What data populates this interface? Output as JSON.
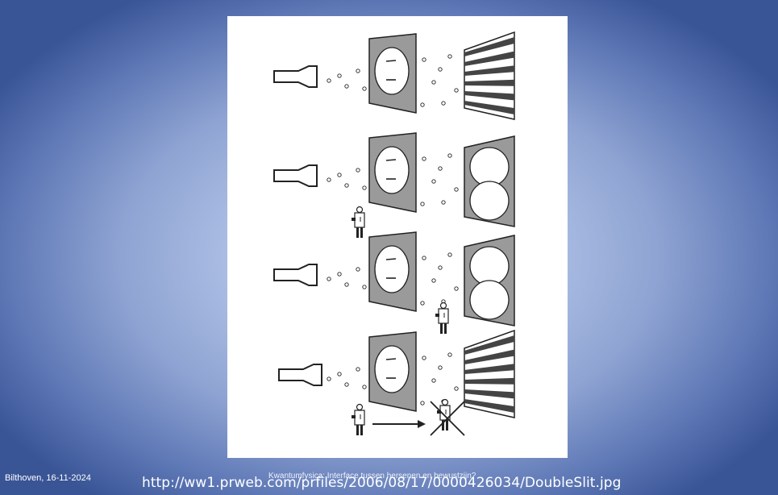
{
  "slide": {
    "footer_left": "Bilthoven, 16-11-2024",
    "footer_center": "Kwantumfysica: Interface tussen hersenen en bewustzijn?",
    "source_url": "http://ww1.prweb.com/prfiles/2006/08/17/0000426034/DoubleSlit.jpg"
  },
  "figure": {
    "rows": [
      {
        "screen_pattern": "interference-fringes",
        "observer": "none"
      },
      {
        "screen_pattern": "two-blobs",
        "observer": "at-slits"
      },
      {
        "screen_pattern": "two-blobs",
        "observer": "at-screen"
      },
      {
        "screen_pattern": "interference-fringes",
        "observer": "removed-crossed-out"
      }
    ]
  },
  "colors": {
    "background_center": "#c4d2ec",
    "background_edge": "#3a5596",
    "panel_fill": "#9a9a9a",
    "ink": "#222222"
  }
}
